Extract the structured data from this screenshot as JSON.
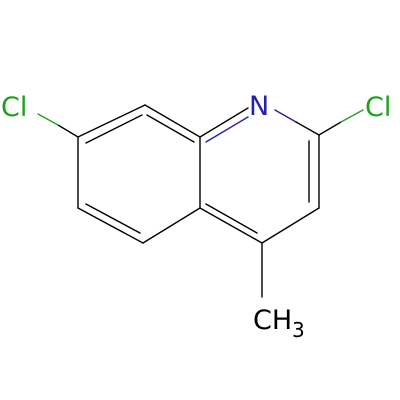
{
  "molecule": {
    "atoms": {
      "chlorine_left": "Cl",
      "nitrogen": "N",
      "chlorine_right": "Cl",
      "methyl_main": "CH",
      "methyl_subscript": "3"
    },
    "colors": {
      "bond": "#000000",
      "chlorine": "#1fa11f",
      "nitrogen": "#2222aa"
    }
  }
}
